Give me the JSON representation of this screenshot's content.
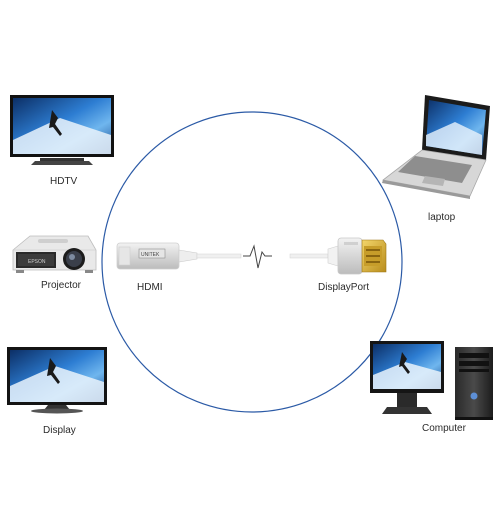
{
  "devices": {
    "hdtv": {
      "label": "HDTV"
    },
    "projector": {
      "label": "Projector",
      "brand": "EPSON"
    },
    "display": {
      "label": "Display"
    },
    "laptop": {
      "label": "laptop"
    },
    "computer": {
      "label": "Computer"
    }
  },
  "adapter": {
    "hdmi_label": "HDMI",
    "displayport_label": "DisplayPort",
    "brand": "UNITEK"
  },
  "colors": {
    "circle": "#2b5aa6",
    "screen": "#1e5fb5",
    "connector_gold": "#e3b93c"
  }
}
